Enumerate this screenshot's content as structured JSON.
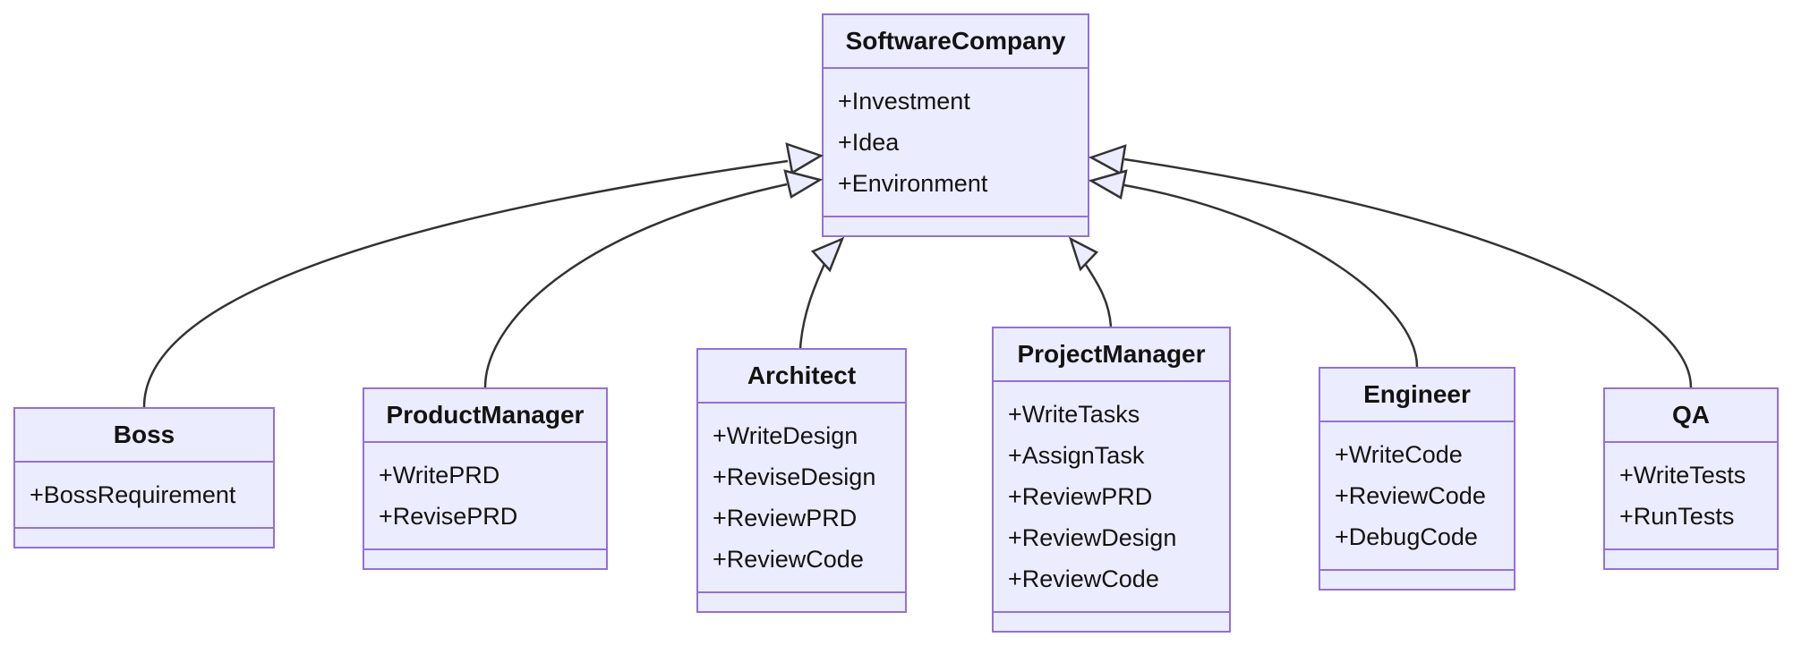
{
  "diagram": {
    "kind": "uml-class-diagram",
    "classes": [
      {
        "id": "SoftwareCompany",
        "name": "SoftwareCompany",
        "attributes": [
          "+Investment",
          "+Idea",
          "+Environment"
        ]
      },
      {
        "id": "Boss",
        "name": "Boss",
        "attributes": [
          "+BossRequirement"
        ]
      },
      {
        "id": "ProductManager",
        "name": "ProductManager",
        "attributes": [
          "+WritePRD",
          "+RevisePRD"
        ]
      },
      {
        "id": "Architect",
        "name": "Architect",
        "attributes": [
          "+WriteDesign",
          "+ReviseDesign",
          "+ReviewPRD",
          "+ReviewCode"
        ]
      },
      {
        "id": "ProjectManager",
        "name": "ProjectManager",
        "attributes": [
          "+WriteTasks",
          "+AssignTask",
          "+ReviewPRD",
          "+ReviewDesign",
          "+ReviewCode"
        ]
      },
      {
        "id": "Engineer",
        "name": "Engineer",
        "attributes": [
          "+WriteCode",
          "+ReviewCode",
          "+DebugCode"
        ]
      },
      {
        "id": "QA",
        "name": "QA",
        "attributes": [
          "+WriteTests",
          "+RunTests"
        ]
      }
    ],
    "relations": [
      {
        "from": "Boss",
        "to": "SoftwareCompany",
        "type": "inheritance"
      },
      {
        "from": "ProductManager",
        "to": "SoftwareCompany",
        "type": "inheritance"
      },
      {
        "from": "Architect",
        "to": "SoftwareCompany",
        "type": "inheritance"
      },
      {
        "from": "ProjectManager",
        "to": "SoftwareCompany",
        "type": "inheritance"
      },
      {
        "from": "Engineer",
        "to": "SoftwareCompany",
        "type": "inheritance"
      },
      {
        "from": "QA",
        "to": "SoftwareCompany",
        "type": "inheritance"
      }
    ],
    "colors": {
      "node_fill": "#ECECFF",
      "node_border": "#9370DB",
      "edge_line": "#333333",
      "arrowhead_fill": "#ECECFF",
      "text": "#131313",
      "background": "#FFFFFF"
    }
  }
}
